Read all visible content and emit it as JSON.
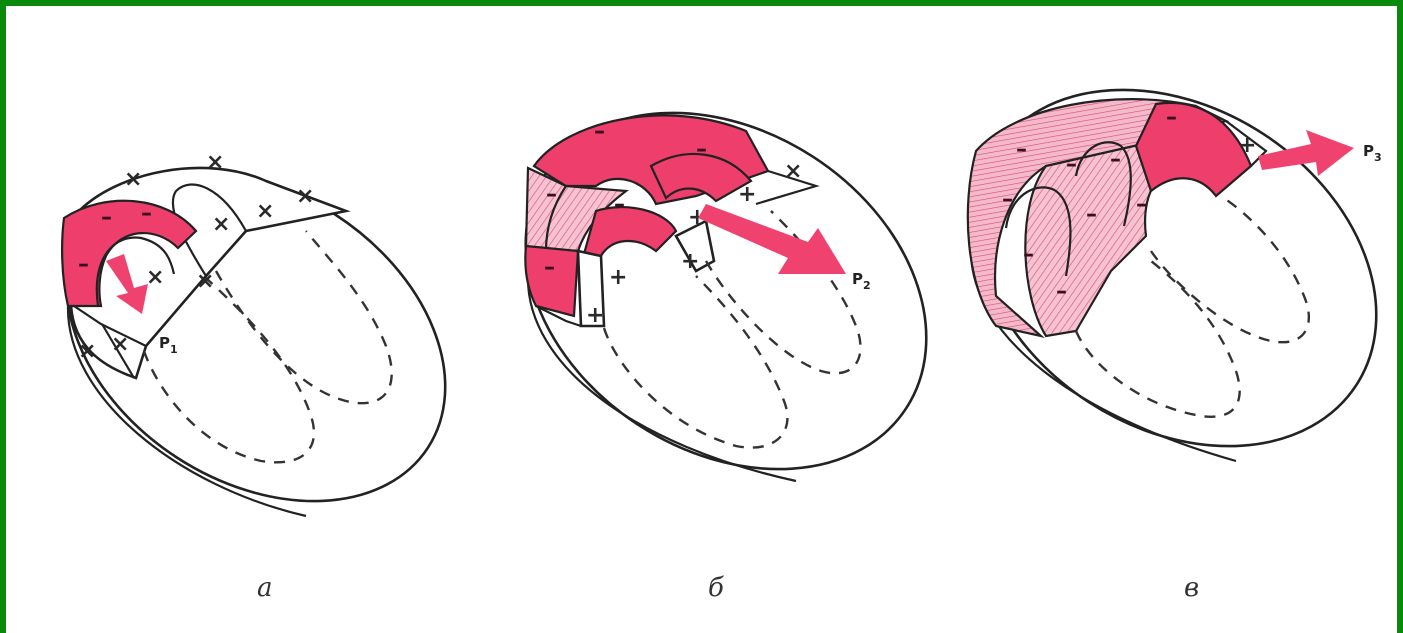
{
  "panels": [
    {
      "caption": "а",
      "vector_label": "P",
      "vector_sub": "1"
    },
    {
      "caption": "б",
      "vector_label": "P",
      "vector_sub": "2"
    },
    {
      "caption": "в",
      "vector_label": "P",
      "vector_sub": "3"
    }
  ],
  "colors": {
    "frame": "#0a8a0a",
    "depolarized": "#ee3e6b",
    "repolarizing": "#f6b3c6",
    "vector_arrow": "#f0426e"
  }
}
